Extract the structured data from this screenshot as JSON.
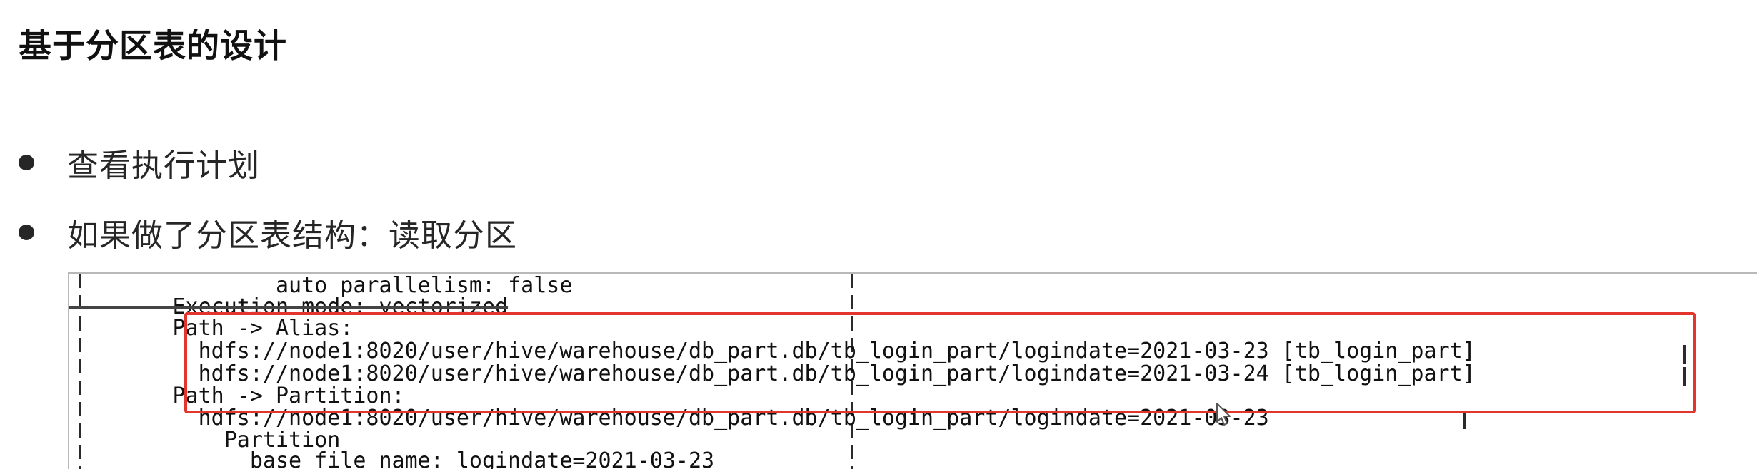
{
  "heading": "基于分区表的设计",
  "bullets": [
    "查看执行计划",
    "如果做了分区表结构：读取分区"
  ],
  "code": {
    "lines": [
      "                auto parallelism: false",
      "        Execution mode: vectorized",
      "        Path -> Alias:",
      "          hdfs://node1:8020/user/hive/warehouse/db_part.db/tb_login_part/logindate=2021-03-23 [tb_login_part]",
      "          hdfs://node1:8020/user/hive/warehouse/db_part.db/tb_login_part/logindate=2021-03-24 [tb_login_part]",
      "        Path -> Partition:",
      "          hdfs://node1:8020/user/hive/warehouse/db_part.db/tb_login_part/logindate=2021-03-23",
      "            Partition",
      "              base file name: logindate=2021-03-23"
    ]
  },
  "colors": {
    "highlight_border": "#e2362c",
    "text": "#262626"
  },
  "icons": {
    "cursor": "mouse-pointer-icon"
  }
}
